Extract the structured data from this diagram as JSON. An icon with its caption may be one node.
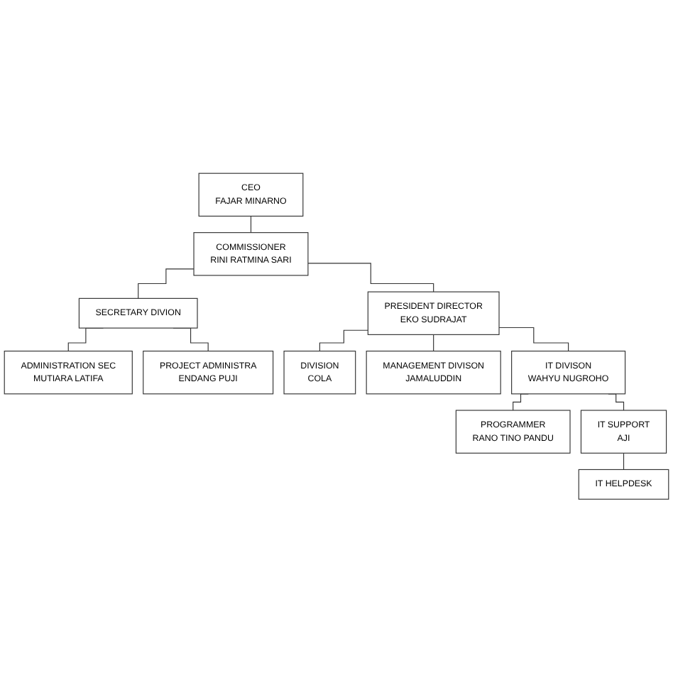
{
  "diagram": {
    "nodes": [
      {
        "text": [
          "CEO",
          "FAJAR MINARNO"
        ]
      },
      {
        "text": [
          "COMMISSIONER",
          "RINI RATMINA SARI"
        ]
      },
      {
        "text": [
          "SECRETARY DIVION"
        ]
      },
      {
        "text": [
          "ADMINISTRATION SEC",
          "MUTIARA LATIFA"
        ]
      },
      {
        "text": [
          "PROJECT ADMINISTRA",
          "ENDANG PUJI"
        ]
      },
      {
        "text": [
          "PRESIDENT DIRECTOR",
          "EKO SUDRAJAT"
        ]
      },
      {
        "text": [
          "DIVISION",
          "COLA"
        ]
      },
      {
        "text": [
          "MANAGEMENT DIVISON",
          "JAMALUDDIN"
        ]
      },
      {
        "text": [
          "IT DIVISON",
          "WAHYU NUGROHO"
        ]
      },
      {
        "text": [
          "PROGRAMMER",
          "RANO TINO PANDU"
        ]
      },
      {
        "text": [
          "IT SUPPORT",
          "AJI"
        ]
      },
      {
        "text": [
          "IT HELPDESK"
        ]
      }
    ],
    "edges": [
      {
        "from": 0,
        "to": 1,
        "arrow": "none"
      },
      {
        "from": 1,
        "to": 2,
        "arrow": "none"
      },
      {
        "from": 2,
        "to": 3,
        "arrow": "none"
      },
      {
        "from": 2,
        "to": 4,
        "arrow": "none"
      },
      {
        "from": 1,
        "to": 5,
        "arrow": "none"
      },
      {
        "from": 5,
        "to": 6,
        "arrow": "none"
      },
      {
        "from": 5,
        "to": 7,
        "arrow": "none"
      },
      {
        "from": 5,
        "to": 8,
        "arrow": "none"
      },
      {
        "from": 8,
        "to": 9,
        "arrow": "none"
      },
      {
        "from": 8,
        "to": 10,
        "arrow": "none"
      },
      {
        "from": 10,
        "to": 11,
        "arrow": "none"
      }
    ]
  }
}
